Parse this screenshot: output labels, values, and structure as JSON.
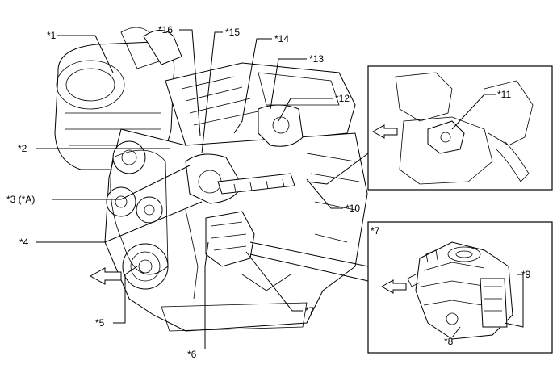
{
  "callouts": {
    "c1": "*1",
    "c2": "*2",
    "c3": "*3 (*A)",
    "c4": "*4",
    "c5": "*5",
    "c6": "*6",
    "c7": "*7",
    "c10": "*10",
    "c12": "*12",
    "c13": "*13",
    "c14": "*14",
    "c15": "*15",
    "c16": "*16"
  },
  "inset_top": {
    "c11": "*11"
  },
  "inset_bottom": {
    "title": "*7",
    "c8": "*8",
    "c9": "*9"
  },
  "icons": {
    "front_arrow": "hollow-arrow-left",
    "inset_top_arrow": "hollow-arrow-left",
    "inset_bottom_arrow": "hollow-arrow-left"
  },
  "colors": {
    "line": "#000000",
    "background": "#ffffff"
  }
}
